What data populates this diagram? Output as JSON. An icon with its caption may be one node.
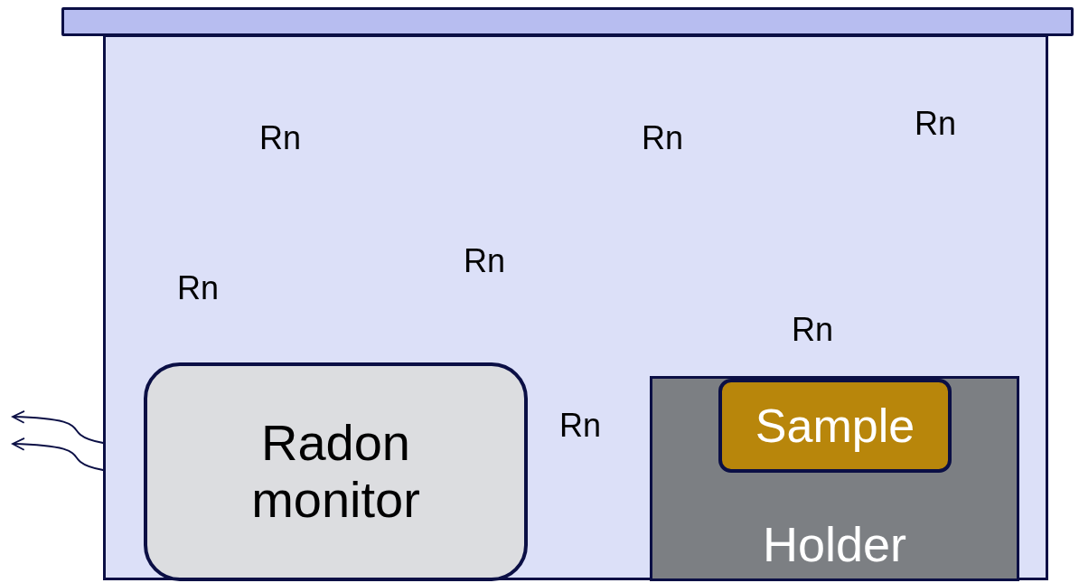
{
  "diagram": {
    "nodes": [
      {
        "text": [],
        "shape": "bar"
      },
      {
        "text": [],
        "shape": "box"
      },
      {
        "text": [
          "Radon monitor"
        ],
        "in": 1
      },
      {
        "text": [
          "Holder"
        ],
        "in": 1
      },
      {
        "text": [
          "Sample"
        ],
        "in": 3
      }
    ],
    "edges": [
      {
        "from": 2,
        "to": null,
        "arrow": "to"
      },
      {
        "from": 2,
        "to": null,
        "arrow": "to"
      }
    ],
    "labels": [
      "Rn",
      "Rn",
      "Rn",
      "Rn",
      "Rn",
      "Rn",
      "Rn"
    ]
  }
}
